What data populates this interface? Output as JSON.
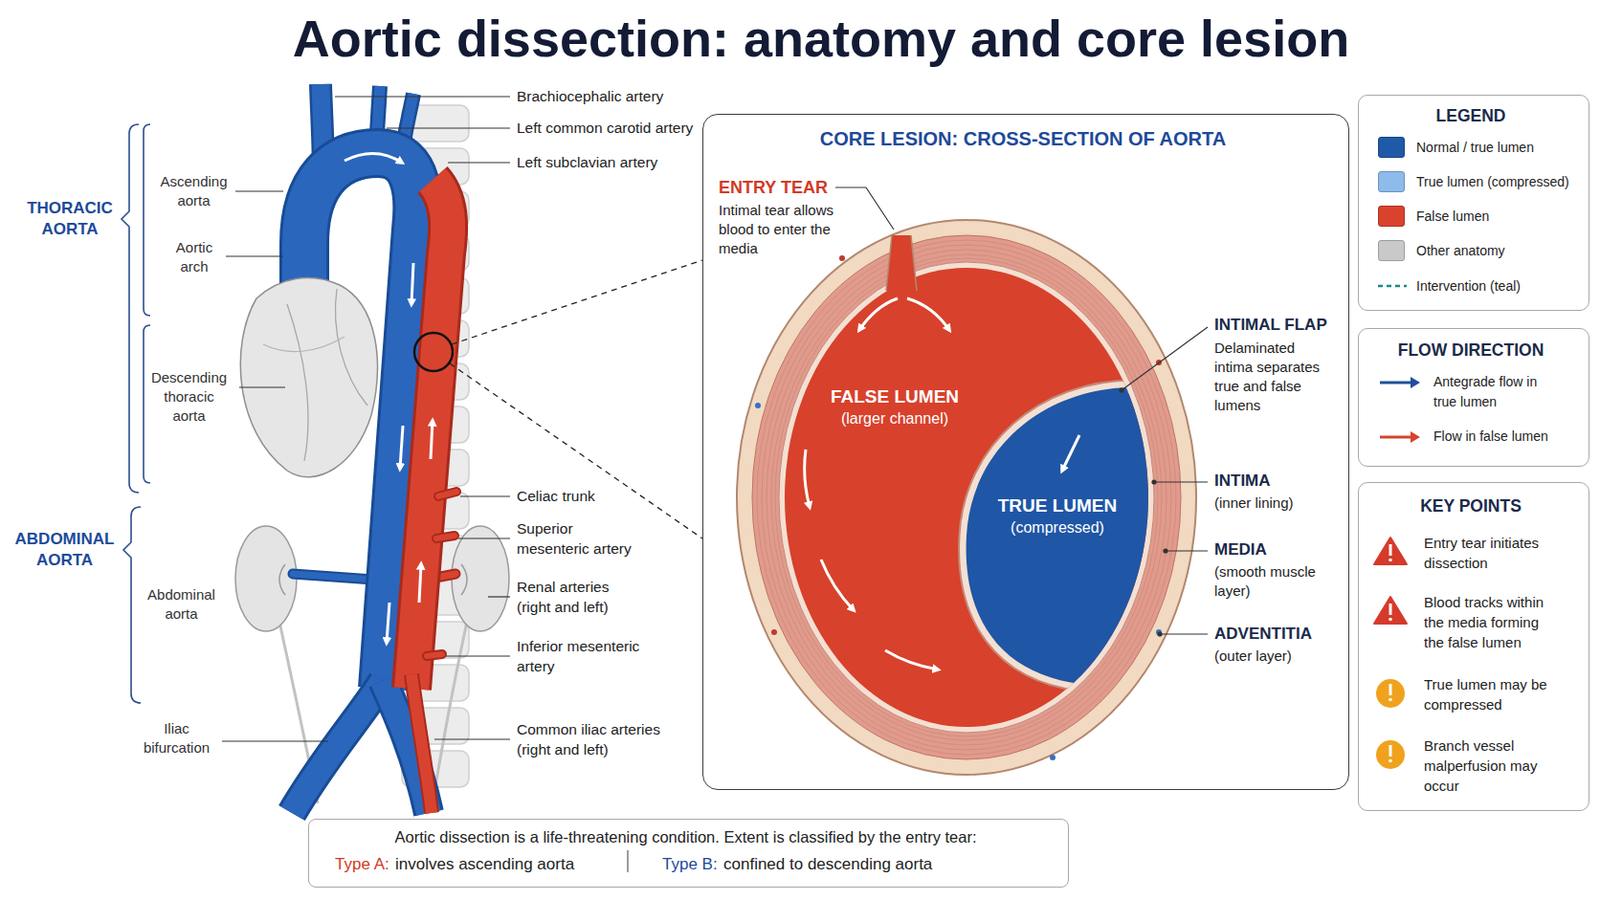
{
  "diagram": {
    "title": "Aortic dissection: anatomy and core lesion",
    "nodes": [
      {
        "text": [
          "CORE LESION: CROSS-SECTION OF AORTA"
        ]
      },
      {
        "text": [
          "LEGEND"
        ]
      },
      {
        "text": [
          "FLOW DIRECTION"
        ]
      },
      {
        "text": [
          "KEY POINTS",
          "Entry tear initiates dissection",
          "Blood tracks within the media forming the false lumen",
          "True lumen may be compressed",
          "Branch vessel malperfusion may occur"
        ]
      },
      {
        "text": [
          "Aortic dissection is a life-threatening condition. Extent is classified by the entry tear:",
          "Type A:",
          "involves ascending aorta",
          "Type B:",
          "confined to descending aorta"
        ]
      }
    ],
    "labels": [
      "THORACIC AORTA",
      "ABDOMINAL AORTA",
      "Ascending aorta",
      "Aortic arch",
      "Descending thoracic aorta",
      "Abdominal aorta",
      "Iliac bifurcation",
      "Brachiocephalic artery",
      "Left common carotid artery",
      "Left subclavian artery",
      "Celiac trunk",
      "Superior mesenteric artery",
      "Renal arteries (right and left)",
      "Inferior mesenteric artery",
      "Common iliac arteries (right and left)",
      "ENTRY TEAR",
      "Intimal tear allows blood to enter the media",
      "FALSE LUMEN",
      "(larger channel)",
      "TRUE LUMEN",
      "(compressed)",
      "INTIMAL FLAP",
      "Delaminated intima separates true and false lumens",
      "INTIMA",
      "(inner lining)",
      "MEDIA",
      "(smooth muscle layer)",
      "ADVENTITIA",
      "(outer layer)"
    ],
    "legend": [
      {
        "text": "Normal / true lumen",
        "color": "#1f5aa8"
      },
      {
        "text": "True lumen (compressed)",
        "color": "#8dbbeb"
      },
      {
        "text": "False lumen",
        "color": "#d9432e"
      },
      {
        "text": "Other anatomy",
        "color": "#c9c9c9"
      },
      {
        "text": "Intervention (teal)"
      },
      {
        "text": "Antegrade flow in true lumen"
      },
      {
        "text": "Flow in false lumen"
      }
    ]
  }
}
